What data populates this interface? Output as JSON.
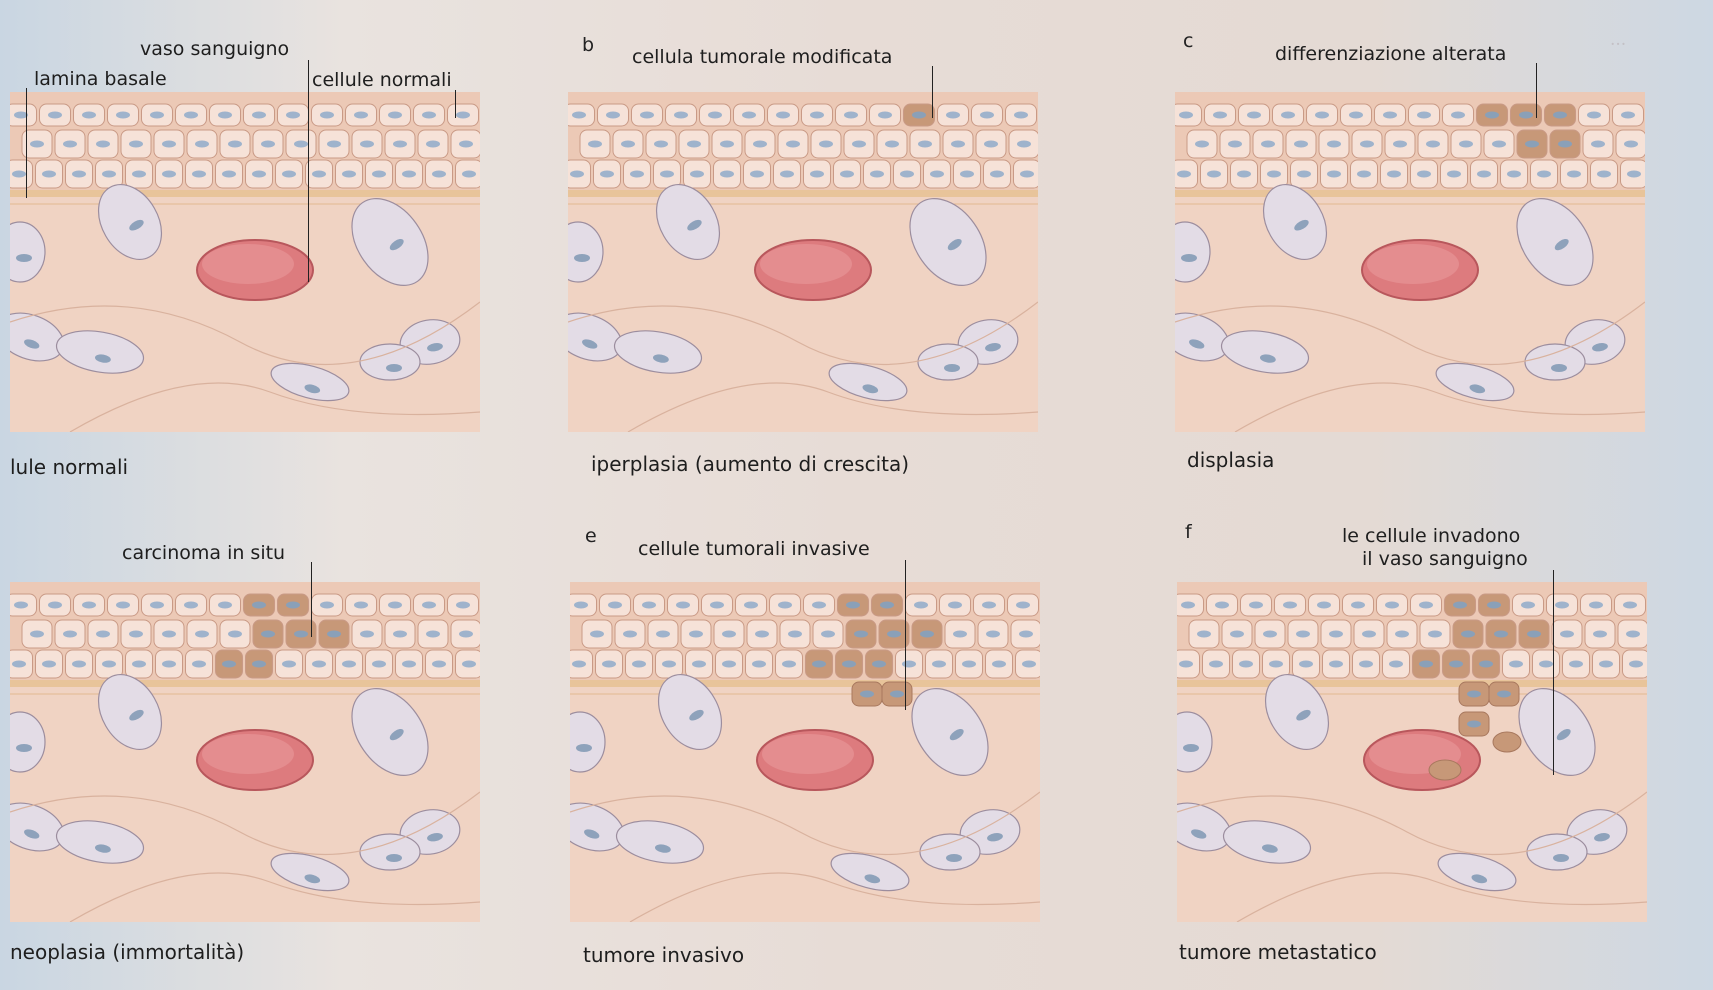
{
  "panels": [
    {
      "letter": "",
      "caption": "lule normali",
      "labels": [
        "vaso sanguigno",
        "lamina basale",
        "cellule normali"
      ]
    },
    {
      "letter": "b",
      "caption": "iperplasia (aumento di crescita)",
      "labels": [
        "cellula tumorale modificata"
      ]
    },
    {
      "letter": "c",
      "caption": "displasia",
      "labels": [
        "differenziazione alterata"
      ]
    },
    {
      "letter": "",
      "caption": "neoplasia (immortalità)",
      "labels": [
        "carcinoma in situ"
      ]
    },
    {
      "letter": "e",
      "caption": "tumore invasivo",
      "labels": [
        "cellule tumorali invasive"
      ]
    },
    {
      "letter": "f",
      "caption": "tumore metastatico",
      "labels": [
        "le cellule invadono",
        "il vaso sanguigno"
      ]
    }
  ],
  "colors": {
    "epithelial_cell": "#f6e2d8",
    "epithelial_nucleus": "#9fb3cc",
    "tumor_cell": "#c79878",
    "tissue": "#f0d3c3",
    "fibroblast": "#e3dce6",
    "blood_vessel": "#dd7b7e"
  }
}
